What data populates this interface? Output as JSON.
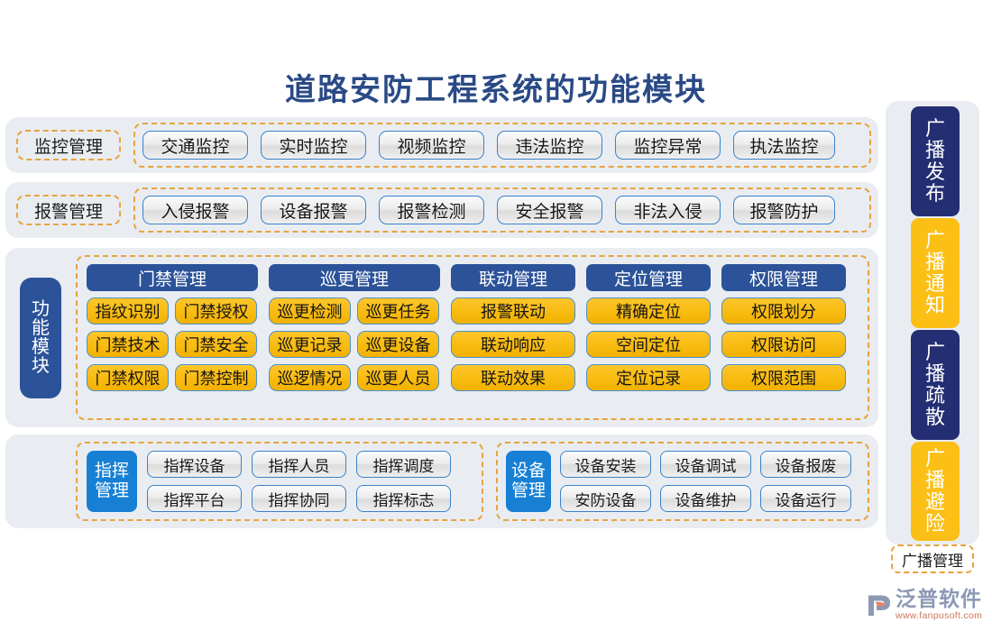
{
  "title": "道路安防工程系统的功能模块",
  "rows": [
    {
      "label": "监控管理",
      "items": [
        "交通监控",
        "实时监控",
        "视频监控",
        "违法监控",
        "监控异常",
        "执法监控"
      ]
    },
    {
      "label": "报警管理",
      "items": [
        "入侵报警",
        "设备报警",
        "报警检测",
        "安全报警",
        "非法入侵",
        "报警防护"
      ]
    }
  ],
  "function_module": {
    "label": "功能模块",
    "columns": [
      {
        "header": "门禁管理",
        "width": 2,
        "items": [
          "指纹识别",
          "门禁授权",
          "门禁技术",
          "门禁安全",
          "门禁权限",
          "门禁控制"
        ]
      },
      {
        "header": "巡更管理",
        "width": 2,
        "items": [
          "巡更检测",
          "巡更任务",
          "巡更记录",
          "巡更设备",
          "巡逻情况",
          "巡更人员"
        ]
      },
      {
        "header": "联动管理",
        "width": 1,
        "items": [
          "报警联动",
          "联动响应",
          "联动效果"
        ]
      },
      {
        "header": "定位管理",
        "width": 1,
        "items": [
          "精确定位",
          "空间定位",
          "定位记录"
        ]
      },
      {
        "header": "权限管理",
        "width": 1,
        "items": [
          "权限划分",
          "权限访问",
          "权限范围"
        ]
      }
    ]
  },
  "bottom_groups": [
    {
      "label_line1": "指挥",
      "label_line2": "管理",
      "items": [
        "指挥设备",
        "指挥人员",
        "指挥调度",
        "指挥平台",
        "指挥协同",
        "指挥标志"
      ]
    },
    {
      "label_line1": "设备",
      "label_line2": "管理",
      "items": [
        "设备安装",
        "设备调试",
        "设备报废",
        "安防设备",
        "设备维护",
        "设备运行"
      ]
    }
  ],
  "sidebar": {
    "label": "广播管理",
    "items": [
      {
        "text": "广播发布",
        "style": "navy"
      },
      {
        "text": "广播通知",
        "style": "yellow"
      },
      {
        "text": "广播疏散",
        "style": "navy"
      },
      {
        "text": "广播避险",
        "style": "yellow"
      }
    ]
  },
  "logo": {
    "name": "泛普软件",
    "url": "www.fanpusoft.com"
  },
  "colors": {
    "title": "#2a4a86",
    "panel_bg": "#e9edf2",
    "dashed": "#e8a33d",
    "header_blue": "#2c5399",
    "navy": "#232e73",
    "yellow": "#fbbf16",
    "bright_blue": "#1880d4",
    "chip_border": "#3a83c8"
  }
}
